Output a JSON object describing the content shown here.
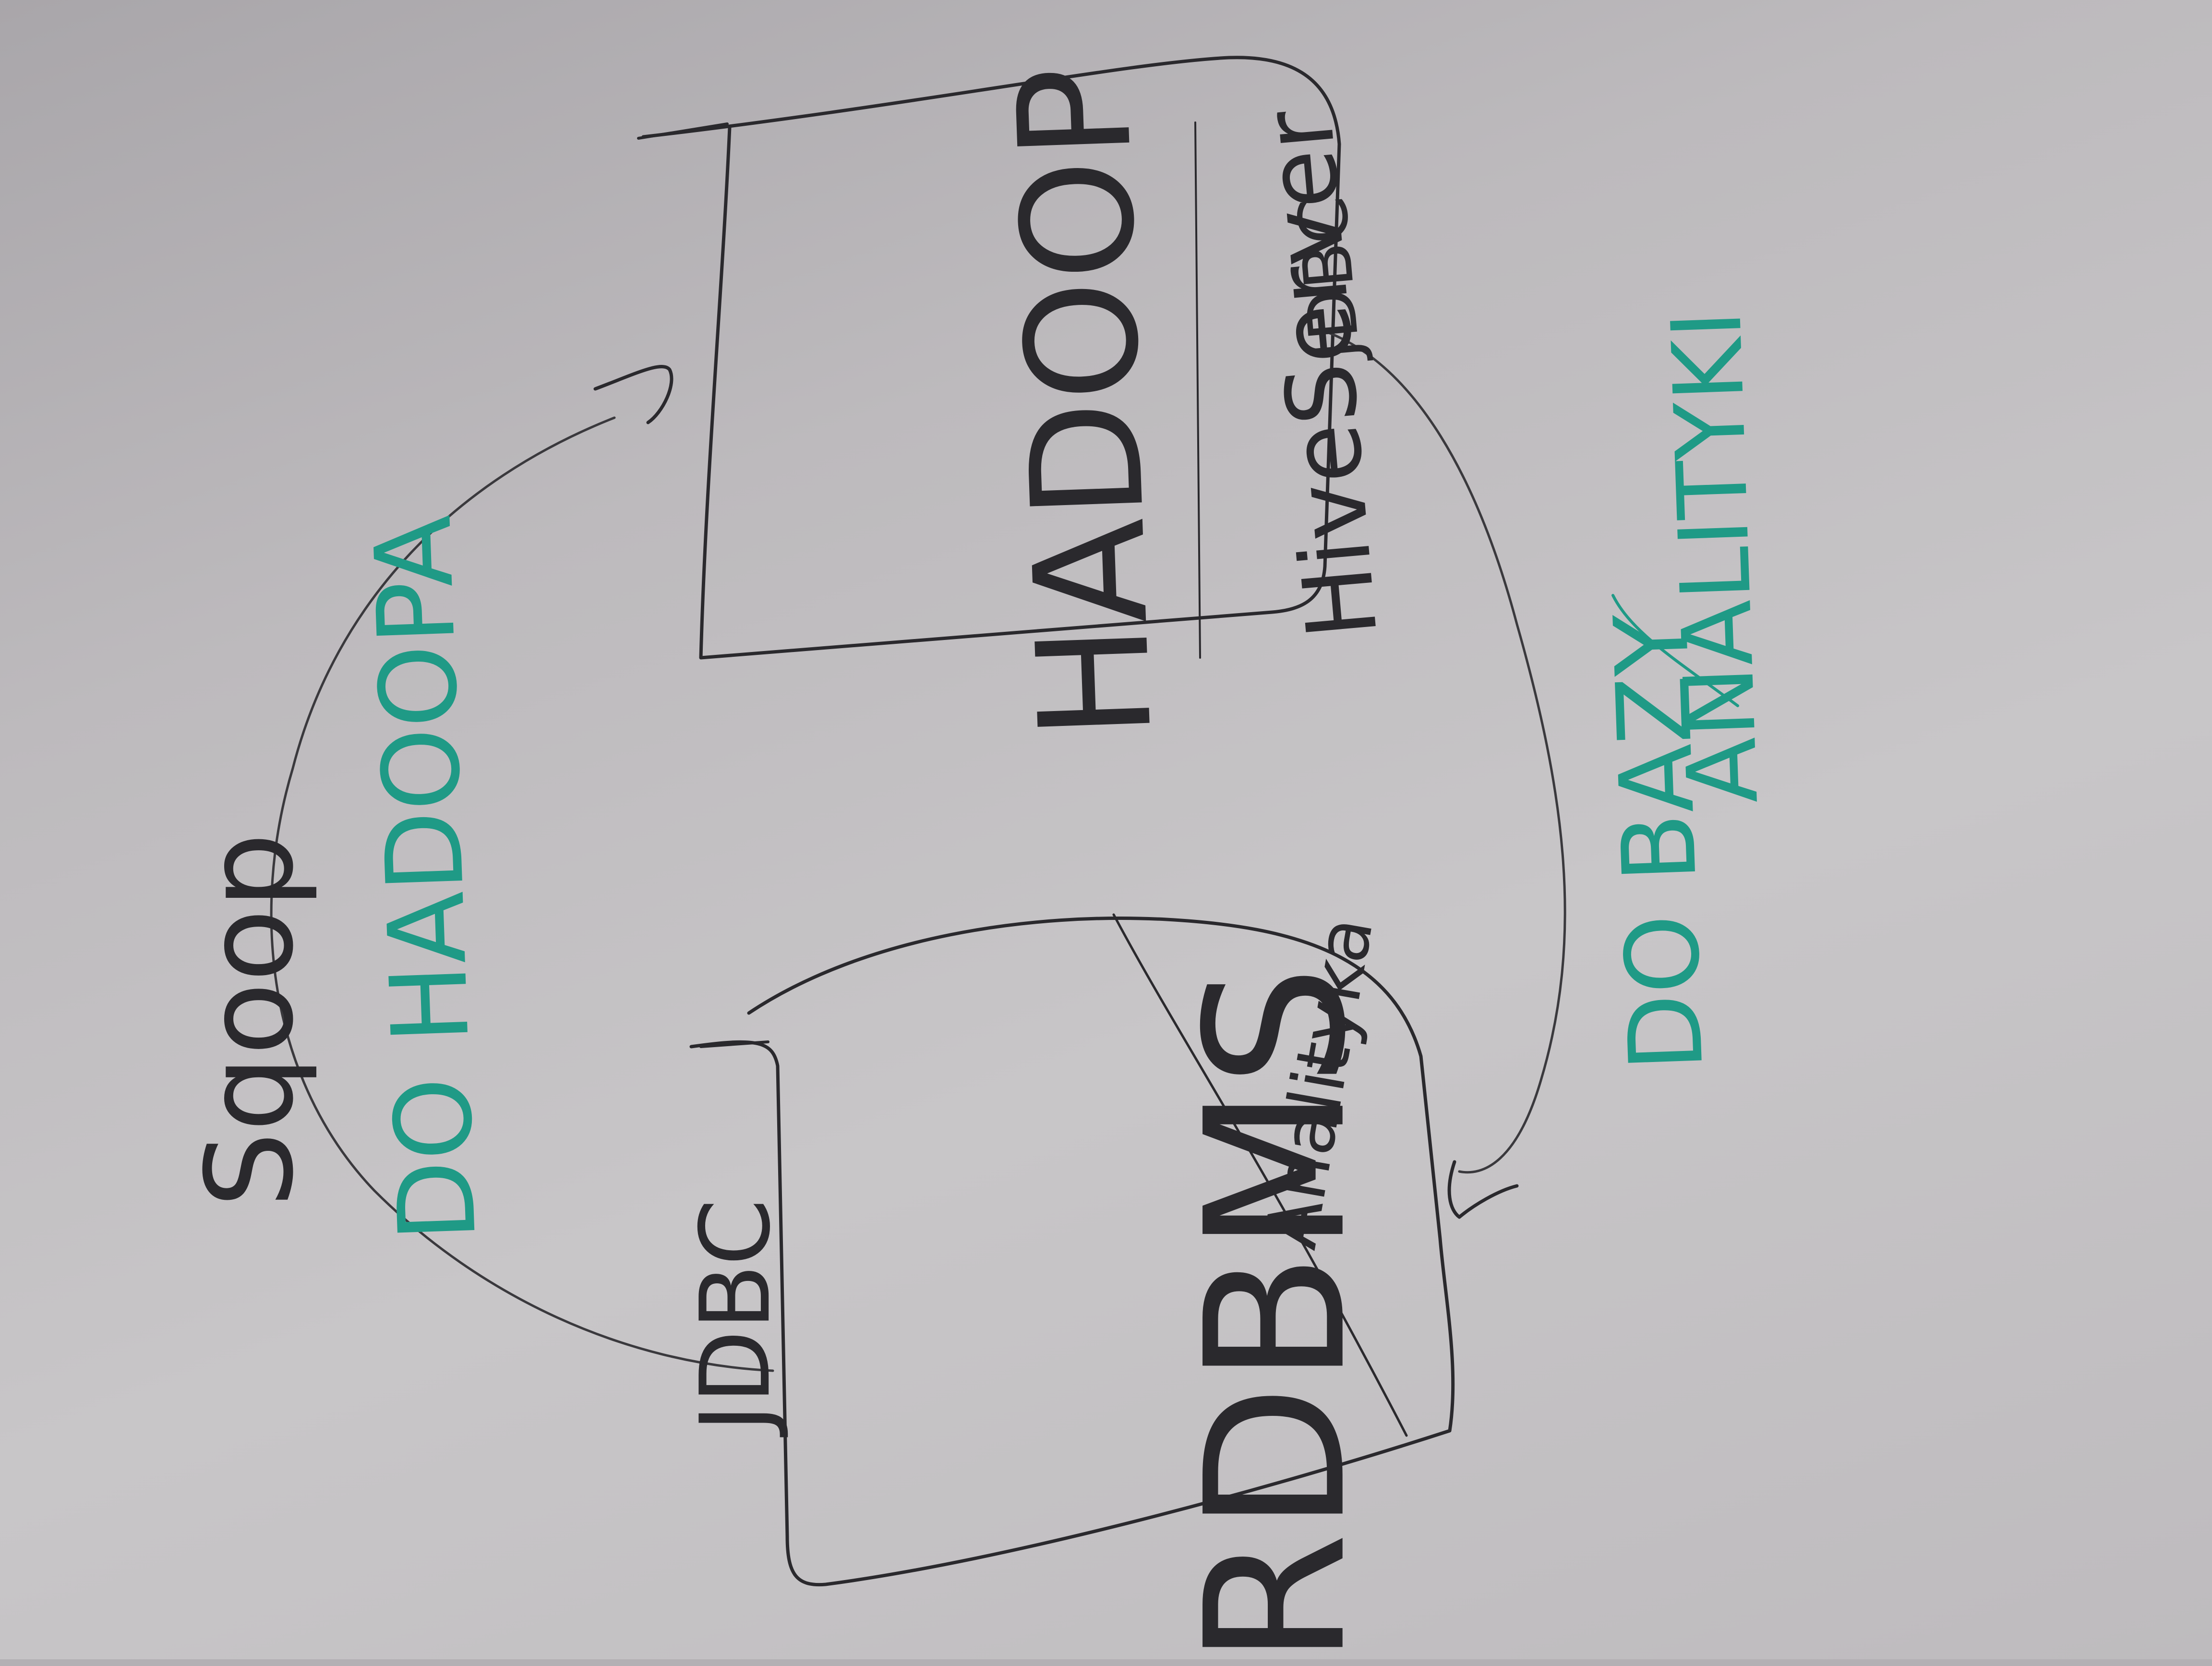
{
  "labels": {
    "sqoop": "Sqoop",
    "do_hadoopa": "DO HADOOPA",
    "jdbc": "JDBC",
    "rdbms": "RDBMS",
    "analityka": "Analityka",
    "hadoop": "HADOOP",
    "hiveserver": "HiveServer",
    "jdbc_hive": "JDBC",
    "do_bazy": "DO BAZY",
    "analityki": "ANALITYKI"
  },
  "colors": {
    "ink_dark": "#2a292d",
    "ink_green": "#1f9a86",
    "paper": "#c3c1c4"
  }
}
